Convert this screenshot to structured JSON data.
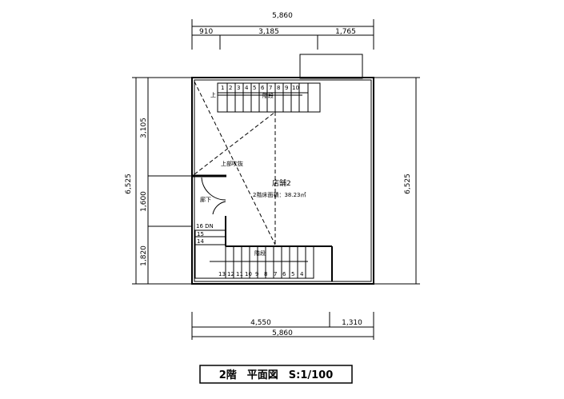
{
  "dims": {
    "top_total": "5,860",
    "top_a": "910",
    "top_b": "3,185",
    "top_c": "1,765",
    "bottom_a": "4,550",
    "bottom_b": "1,310",
    "bottom_total": "5,860",
    "left_total": "6,525",
    "left_a": "3,105",
    "left_b": "1,600",
    "left_c": "1,820",
    "right_total": "6,525"
  },
  "rooms": {
    "void": "上部吹抜",
    "shop": "店舗2",
    "area": "2階床面積：38.23㎡",
    "corridor": "廊下",
    "stair_top": "階段",
    "stair_bottom": "階段",
    "stair_up": "上",
    "stair_dn": "16 DN",
    "s15": "15",
    "s14": "14"
  },
  "stair_top_steps": [
    "1",
    "2",
    "3",
    "4",
    "5",
    "6",
    "7",
    "8",
    "9",
    "10"
  ],
  "stair_bottom_steps": [
    "13",
    "12",
    "11",
    "10",
    "9",
    "8",
    "7",
    "6",
    "5",
    "4"
  ],
  "title": "2階　平面図　S:1/100"
}
